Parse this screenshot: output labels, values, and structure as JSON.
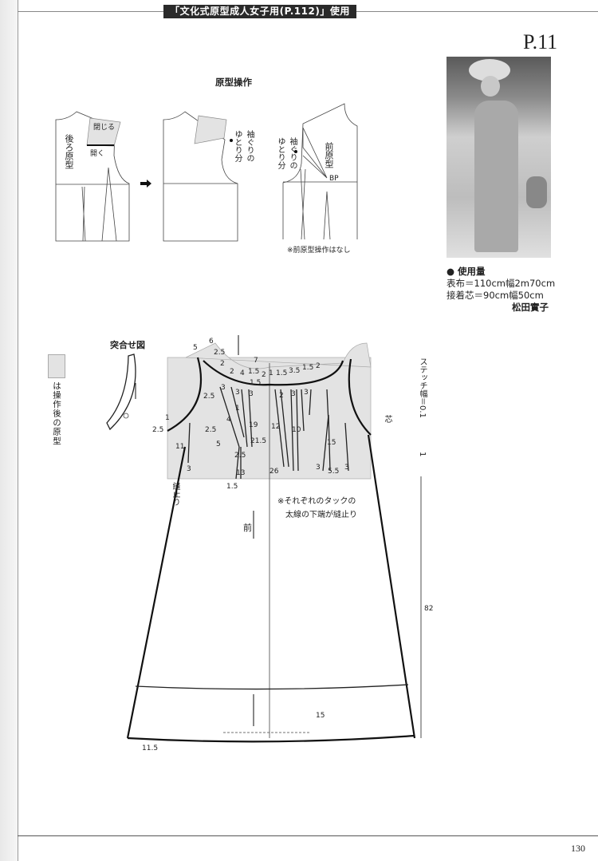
{
  "header": {
    "title": "「文化式原型成人女子用(P.112)」使用"
  },
  "page_ref": "P.11",
  "usage": {
    "title": "● 使用量",
    "lines": [
      "表布＝110cm幅2m70cm",
      "接着芯＝90cm幅50cm"
    ],
    "author": "松田實子"
  },
  "sloper": {
    "title": "原型操作",
    "close": "閉じる",
    "open": "開く",
    "back": "後ろ原型",
    "armhole_ease": "袖ぐりのゆとり分",
    "front": "前原型",
    "bp": "BP",
    "note": "※前原型操作はなし"
  },
  "legend": {
    "text": "は操作後の原型"
  },
  "facing": {
    "title": "突合せ図"
  },
  "pattern": {
    "front": "前",
    "sew_stop": "縫止り",
    "interfacing": "芯",
    "stitch_width": "ステッチ幅＝0.1",
    "stitch_num": "1",
    "tuck_note_1": "※それぞれのタックの",
    "tuck_note_2": "太線の下端が縫止り",
    "m": [
      "5",
      "6",
      "2.5",
      "2",
      "2",
      "4",
      "1.5",
      "7",
      "1.5",
      "2",
      "1",
      "1.5",
      "3.5",
      "1.5",
      "2",
      "3",
      "3",
      "3",
      "2.5",
      "3",
      "2",
      "3",
      "1",
      "2.5",
      "1",
      "4",
      "2.5",
      "19",
      "12",
      "10",
      "5",
      "21.5",
      "2.5",
      "11",
      "3",
      "13",
      "1.5",
      "26",
      "15",
      "3",
      "5.5",
      "3",
      "82",
      "15",
      "11.5"
    ]
  },
  "folio": "130",
  "colors": {
    "shade": "#e3e3e3",
    "header_band": "#2a2a2a"
  }
}
